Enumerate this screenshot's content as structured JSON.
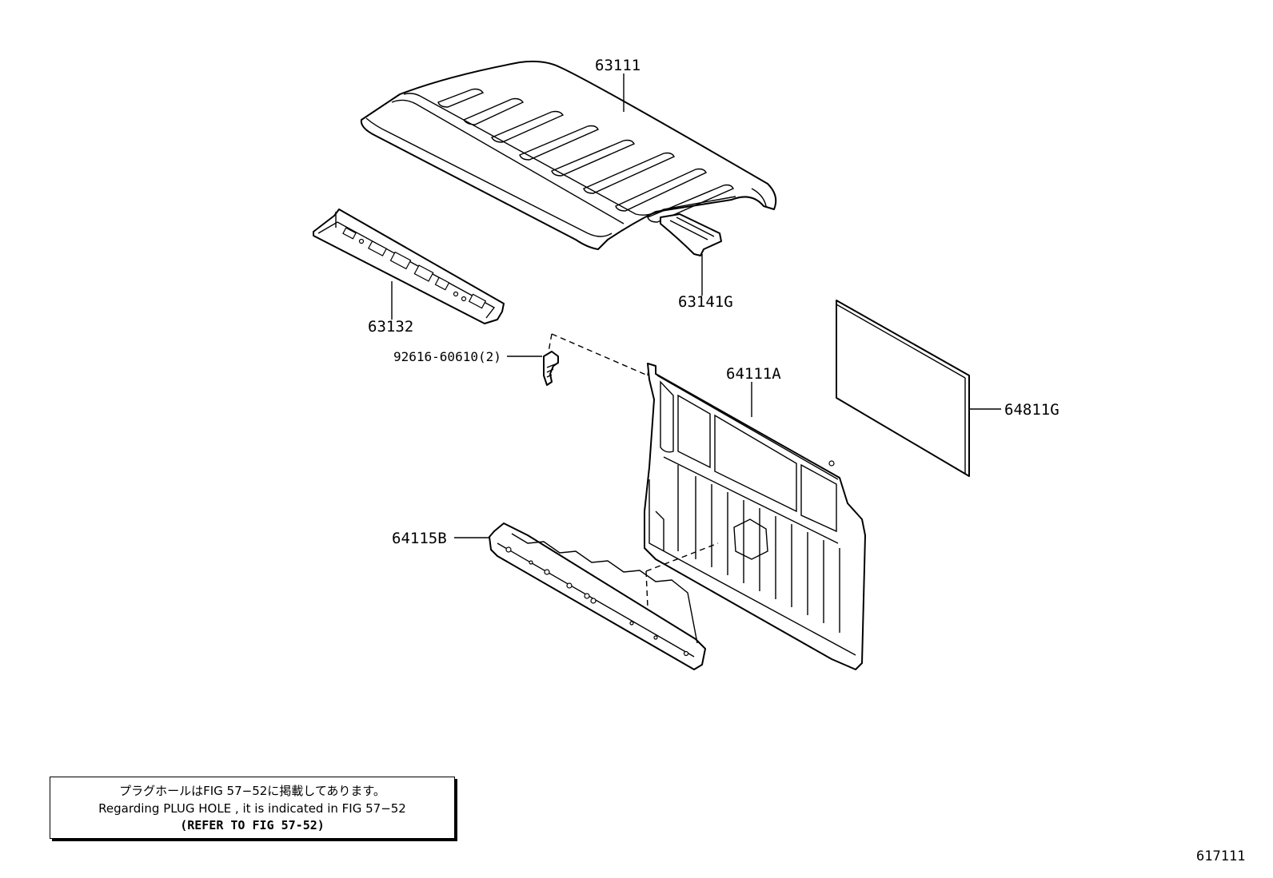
{
  "parts": {
    "roof_panel": "63111",
    "roof_rear_bow": "63141G",
    "front_header": "63132",
    "clip": "92616-60610(2)",
    "back_panel": "64111A",
    "back_panel_pad": "64811G",
    "lower_back_panel": "64115B"
  },
  "note": {
    "jp": "プラグホールはFIG 57−52に掲載してあります。",
    "en": "Regarding  PLUG  HOLE , it is indicated in  FIG  57−52",
    "ref": "(REFER TO FIG 57-52)"
  },
  "figure_id": "617111"
}
